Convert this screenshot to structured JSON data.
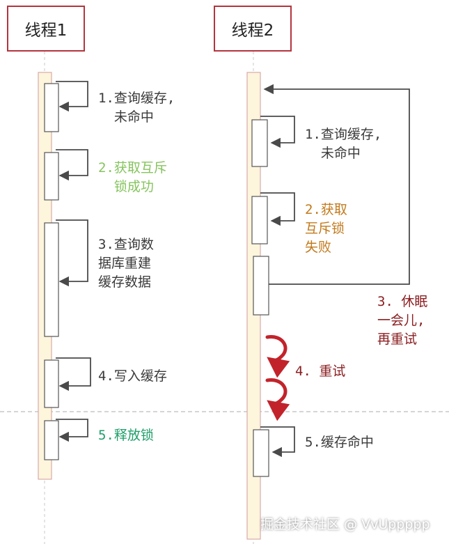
{
  "thread1": {
    "title": "线程1",
    "steps": [
      {
        "text": "1.查询缓存,\n  未命中"
      },
      {
        "text": "2.获取互斥\n  锁成功"
      },
      {
        "text": "3.查询数\n据库重建\n缓存数据"
      },
      {
        "text": "4.写入缓存"
      },
      {
        "text": "5.释放锁"
      }
    ]
  },
  "thread2": {
    "title": "线程2",
    "steps": [
      {
        "text": "1.查询缓存,\n  未命中"
      },
      {
        "text": "2.获取\n互斥锁\n失败"
      },
      {
        "text": "3. 休眠\n一会儿,\n再重试"
      },
      {
        "text": "4. 重试"
      },
      {
        "text": "5.缓存命中"
      }
    ]
  },
  "watermark": "掘金技术社区 @ VvUppppp",
  "colors": {
    "lifeline_fill": "#fdf5dc",
    "lifeline_stroke": "#d9a9a9",
    "header_border": "#b3343d",
    "arrow": "#4a4a4a",
    "retry_arrow": "#c2232b",
    "dashed_line": "#bcbcbc"
  }
}
